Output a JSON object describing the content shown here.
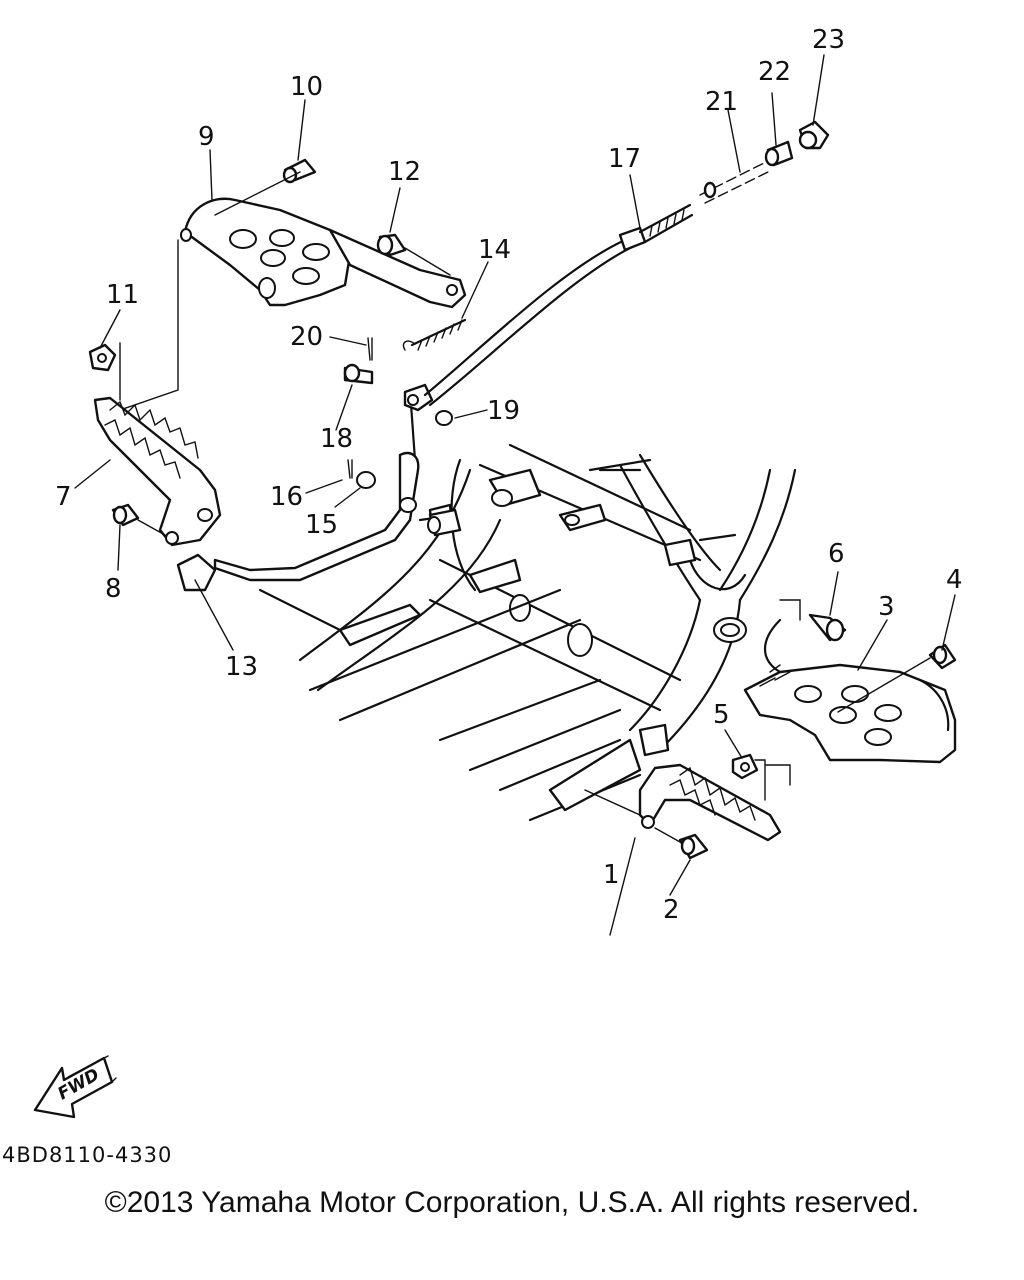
{
  "callouts": [
    "1",
    "2",
    "3",
    "4",
    "5",
    "6",
    "7",
    "8",
    "9",
    "10",
    "11",
    "12",
    "13",
    "14",
    "15",
    "16",
    "17",
    "18",
    "19",
    "20",
    "21",
    "22",
    "23"
  ],
  "fwd_label": "FWD",
  "drawing_code": "4BD8110-4330",
  "copyright": "©2013 Yamaha Motor Corporation, U.S.A. All rights reserved.",
  "icons": [
    "fwd-arrow-icon"
  ]
}
